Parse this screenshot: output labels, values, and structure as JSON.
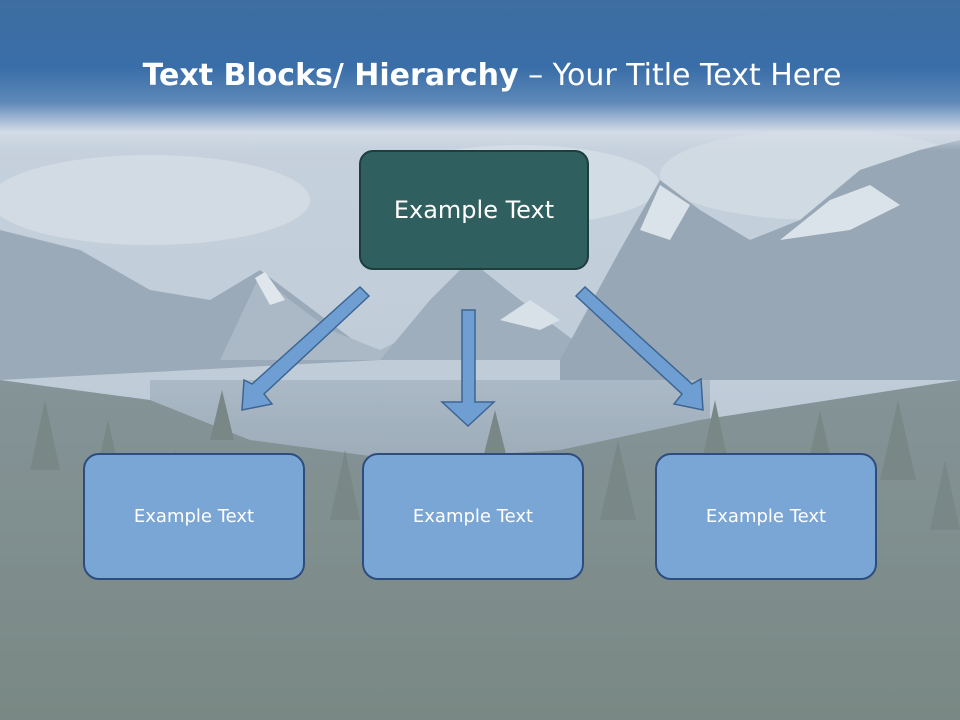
{
  "title": {
    "bold_part": "Text Blocks/ Hierarchy",
    "rest_part": " – Your Title Text Here"
  },
  "hierarchy": {
    "top": {
      "label": "Example Text"
    },
    "children": [
      {
        "label": "Example Text"
      },
      {
        "label": "Example Text"
      },
      {
        "label": "Example Text"
      }
    ]
  },
  "colors": {
    "title_band": "#3a6ea8",
    "top_box": "#2f5f5e",
    "child_box": "#7aa6d6",
    "arrow_fill": "#6f9fd2",
    "arrow_stroke": "#3d6593"
  }
}
